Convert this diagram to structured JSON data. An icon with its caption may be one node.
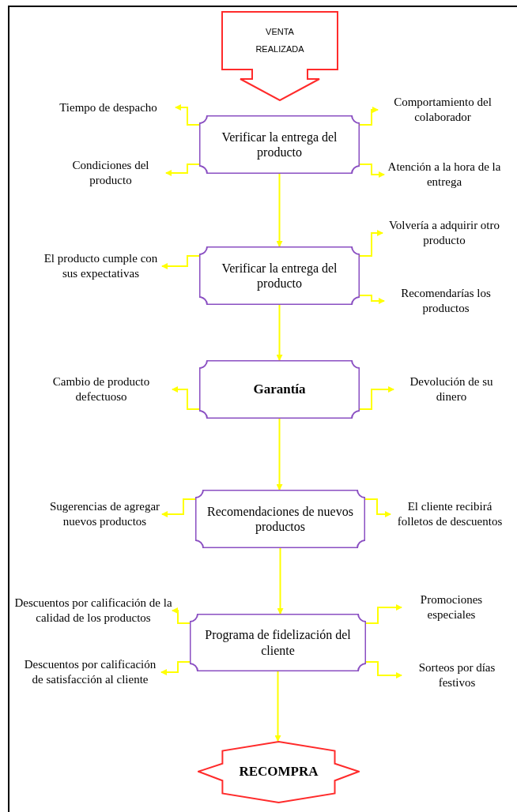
{
  "diagram": {
    "nodes": [
      {
        "text": [
          "VENTA REALIZADA"
        ]
      },
      {
        "text": [
          "Verificar la entrega del producto"
        ]
      },
      {
        "text": [
          "Tiempo de despacho"
        ]
      },
      {
        "text": [
          "Comportamiento del colaborador"
        ]
      },
      {
        "text": [
          "Condiciones del producto"
        ]
      },
      {
        "text": [
          "Atención a la hora de la entrega"
        ]
      },
      {
        "text": [
          "Verificar la entrega del producto"
        ]
      },
      {
        "text": [
          "El producto cumple con sus expectativas"
        ]
      },
      {
        "text": [
          "Volvería a adquirir otro producto"
        ]
      },
      {
        "text": [
          "Recomendarías los productos"
        ]
      },
      {
        "text": [
          "Garantía"
        ]
      },
      {
        "text": [
          "Cambio de producto defectuoso"
        ]
      },
      {
        "text": [
          "Devolución de su dinero"
        ]
      },
      {
        "text": [
          "Recomendaciones de nuevos productos"
        ]
      },
      {
        "text": [
          "Sugerencias de agregar nuevos productos"
        ]
      },
      {
        "text": [
          "El cliente recibirá folletos de descuentos"
        ]
      },
      {
        "text": [
          "Programa de fidelización del cliente"
        ]
      },
      {
        "text": [
          "Descuentos por calificación de la calidad de los productos"
        ]
      },
      {
        "text": [
          "Promociones especiales"
        ]
      },
      {
        "text": [
          "Descuentos por calificación de satisfacción al cliente"
        ]
      },
      {
        "text": [
          "Sorteos por días festivos"
        ]
      },
      {
        "text": [
          "RECOMPRA"
        ]
      }
    ],
    "edges": [
      {
        "from": 1,
        "to": 2,
        "arrow": "to"
      },
      {
        "from": 1,
        "to": 3,
        "arrow": "to"
      },
      {
        "from": 1,
        "to": 4,
        "arrow": "to"
      },
      {
        "from": 1,
        "to": 5,
        "arrow": "to"
      },
      {
        "from": 1,
        "to": 6,
        "arrow": "to"
      },
      {
        "from": 6,
        "to": 7,
        "arrow": "to"
      },
      {
        "from": 6,
        "to": 8,
        "arrow": "to"
      },
      {
        "from": 6,
        "to": 9,
        "arrow": "to"
      },
      {
        "from": 6,
        "to": 10,
        "arrow": "to"
      },
      {
        "from": 10,
        "to": 11,
        "arrow": "to"
      },
      {
        "from": 10,
        "to": 12,
        "arrow": "to"
      },
      {
        "from": 10,
        "to": 13,
        "arrow": "to"
      },
      {
        "from": 13,
        "to": 14,
        "arrow": "to"
      },
      {
        "from": 13,
        "to": 15,
        "arrow": "to"
      },
      {
        "from": 13,
        "to": 16,
        "arrow": "to"
      },
      {
        "from": 16,
        "to": 17,
        "arrow": "to"
      },
      {
        "from": 16,
        "to": 18,
        "arrow": "to"
      },
      {
        "from": 16,
        "to": 19,
        "arrow": "to"
      },
      {
        "from": 16,
        "to": 20,
        "arrow": "to"
      },
      {
        "from": 16,
        "to": 21,
        "arrow": "to"
      }
    ]
  }
}
